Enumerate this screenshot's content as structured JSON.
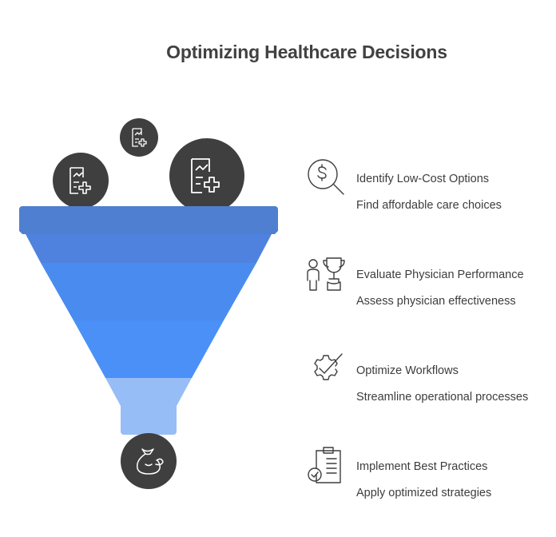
{
  "title": "Optimizing Healthcare Decisions",
  "colors": {
    "funnel_rim": "#4f7fd1",
    "funnel_band_1": "#4f82de",
    "funnel_band_2": "#4a8bf0",
    "funnel_band_3": "#4a90f7",
    "funnel_spout": "#97bdf7",
    "circle": "#3f3f3f",
    "text": "#3d3d3d"
  },
  "funnel_icons": [
    "report-plus-icon",
    "report-plus-icon",
    "report-plus-icon",
    "money-bag-icon"
  ],
  "items": [
    {
      "icon": "dollar-magnifier-icon",
      "title": "Identify Low-Cost Options",
      "description": "Find affordable care choices"
    },
    {
      "icon": "person-trophy-icon",
      "title": "Evaluate Physician Performance",
      "description": "Assess physician effectiveness"
    },
    {
      "icon": "gear-check-icon",
      "title": "Optimize Workflows",
      "description": "Streamline operational processes"
    },
    {
      "icon": "clipboard-check-icon",
      "title": "Implement Best Practices",
      "description": "Apply optimized strategies"
    }
  ]
}
